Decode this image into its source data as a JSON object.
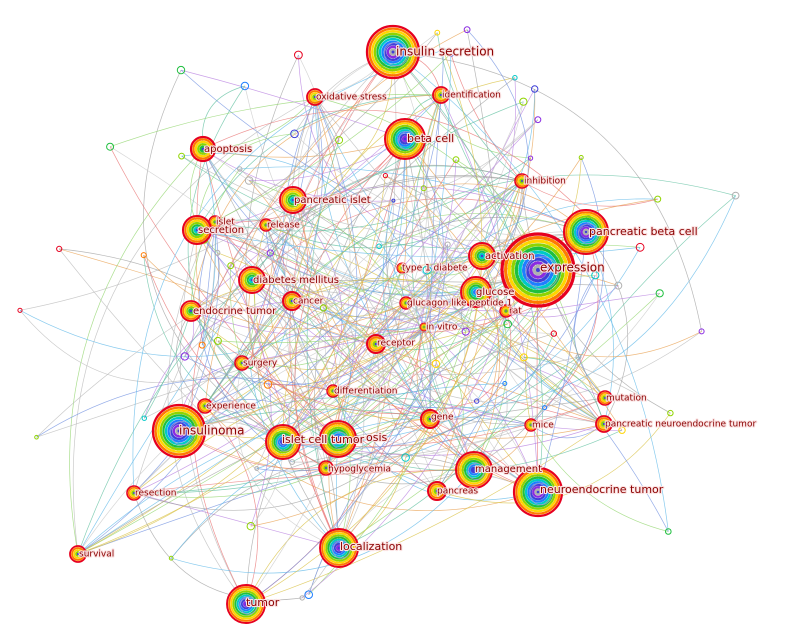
{
  "diagram": {
    "type": "keyword co-occurrence network",
    "ring_palette": [
      "#e6001f",
      "#ff7a00",
      "#ffd500",
      "#8fd400",
      "#1fbf3f",
      "#00c8c8",
      "#1e7fff",
      "#3f3fd8",
      "#8a2be2",
      "#b0b0b0"
    ],
    "edge_palette": [
      "#b8b8b8",
      "#c8c8c8",
      "#a0a0a0",
      "#5fb8e8",
      "#8fd46a",
      "#e8a050",
      "#b880e0",
      "#60c0a0",
      "#e87070",
      "#7090e0",
      "#d8c040"
    ],
    "label_color": "#8b0000",
    "nodes": [
      {
        "id": "insulin-secretion",
        "label": "insulin secretion",
        "weight": 26
      },
      {
        "id": "oxidative-stress",
        "label": "oxidative stress",
        "weight": 8
      },
      {
        "id": "identification",
        "label": "identification",
        "weight": 8
      },
      {
        "id": "beta-cell",
        "label": "beta cell",
        "weight": 20
      },
      {
        "id": "apoptosis",
        "label": "apoptosis",
        "weight": 12
      },
      {
        "id": "inhibition",
        "label": "inhibition",
        "weight": 7
      },
      {
        "id": "pancreatic-islet",
        "label": "pancreatic islet",
        "weight": 13
      },
      {
        "id": "islet",
        "label": "islet",
        "weight": 6
      },
      {
        "id": "secretion",
        "label": "secretion",
        "weight": 14
      },
      {
        "id": "release",
        "label": "release",
        "weight": 6
      },
      {
        "id": "pancreatic-beta-cell",
        "label": "pancreatic beta cell",
        "weight": 22
      },
      {
        "id": "activation",
        "label": "activation",
        "weight": 13
      },
      {
        "id": "expression",
        "label": "expression",
        "weight": 36
      },
      {
        "id": "type-1-diabete",
        "label": "type 1 diabete",
        "weight": 5
      },
      {
        "id": "diabetes-mellitus",
        "label": "diabetes mellitus",
        "weight": 13
      },
      {
        "id": "glucose",
        "label": "glucose",
        "weight": 15
      },
      {
        "id": "cancer",
        "label": "cancer",
        "weight": 9
      },
      {
        "id": "glucagon-like-peptide-1",
        "label": "glucagon like peptide 1",
        "weight": 6
      },
      {
        "id": "rat",
        "label": "rat",
        "weight": 6
      },
      {
        "id": "endocrine-tumor",
        "label": "endocrine tumor",
        "weight": 10
      },
      {
        "id": "in-vitro",
        "label": "in vitro",
        "weight": 4
      },
      {
        "id": "receptor",
        "label": "receptor",
        "weight": 9
      },
      {
        "id": "surgery",
        "label": "surgery",
        "weight": 7
      },
      {
        "id": "differentiation",
        "label": "differentiation",
        "weight": 6
      },
      {
        "id": "experience",
        "label": "experience",
        "weight": 7
      },
      {
        "id": "mutation",
        "label": "mutation",
        "weight": 7
      },
      {
        "id": "gene",
        "label": "gene",
        "weight": 9
      },
      {
        "id": "mice",
        "label": "mice",
        "weight": 6
      },
      {
        "id": "pancreatic-neuroendocrine-tumor",
        "label": "pancreatic neuroendocrine tumor",
        "weight": 8
      },
      {
        "id": "insulinoma",
        "label": "insulinoma",
        "weight": 26
      },
      {
        "id": "islet-cell-tumor",
        "label": "islet cell tumor",
        "weight": 17
      },
      {
        "id": "nesidioblastosis",
        "label": "osis",
        "weight": 18
      },
      {
        "id": "hypoglycemia",
        "label": "hypoglycemia",
        "weight": 7
      },
      {
        "id": "management",
        "label": "management",
        "weight": 18
      },
      {
        "id": "resection",
        "label": "resection",
        "weight": 7
      },
      {
        "id": "pancreas",
        "label": "pancreas",
        "weight": 9
      },
      {
        "id": "neuroendocrine-tumor",
        "label": "neuroendocrine tumor",
        "weight": 24
      },
      {
        "id": "survival",
        "label": "survival",
        "weight": 8
      },
      {
        "id": "localization",
        "label": "localization",
        "weight": 19
      },
      {
        "id": "tumor",
        "label": "tumor",
        "weight": 19
      }
    ]
  }
}
